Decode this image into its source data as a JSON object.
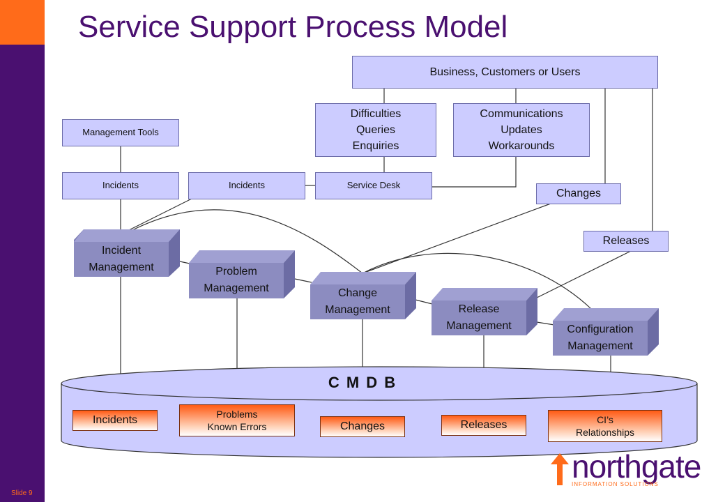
{
  "title": "Service Support Process Model",
  "slide_label": "Slide 9",
  "business": "Business, Customers or Users",
  "difficulties": "Difficulties\nQueries\nEnquiries",
  "communications": "Communications\nUpdates\nWorkarounds",
  "management_tools": "Management Tools",
  "incidents_left": "Incidents",
  "incidents_mid": "Incidents",
  "service_desk": "Service Desk",
  "changes_top": "Changes",
  "releases_top": "Releases",
  "processes": {
    "incident": "Incident\nManagement",
    "problem": "Problem\nManagement",
    "change": "Change\nManagement",
    "release": "Release\nManagement",
    "configuration": "Configuration\nManagement"
  },
  "cmdb": {
    "label": "C M D B",
    "items": {
      "incidents": "Incidents",
      "problems": "Problems\nKnown Errors",
      "changes": "Changes",
      "releases": "Releases",
      "cis": "CI’s\nRelationships"
    }
  },
  "logo": {
    "name": "northgate",
    "tagline": "INFORMATION SOLUTIONS"
  },
  "colors": {
    "purple": "#4a1070",
    "orange": "#ff6b1a",
    "box_fill": "#ccccff",
    "process_fill": "#8c8cc0"
  }
}
